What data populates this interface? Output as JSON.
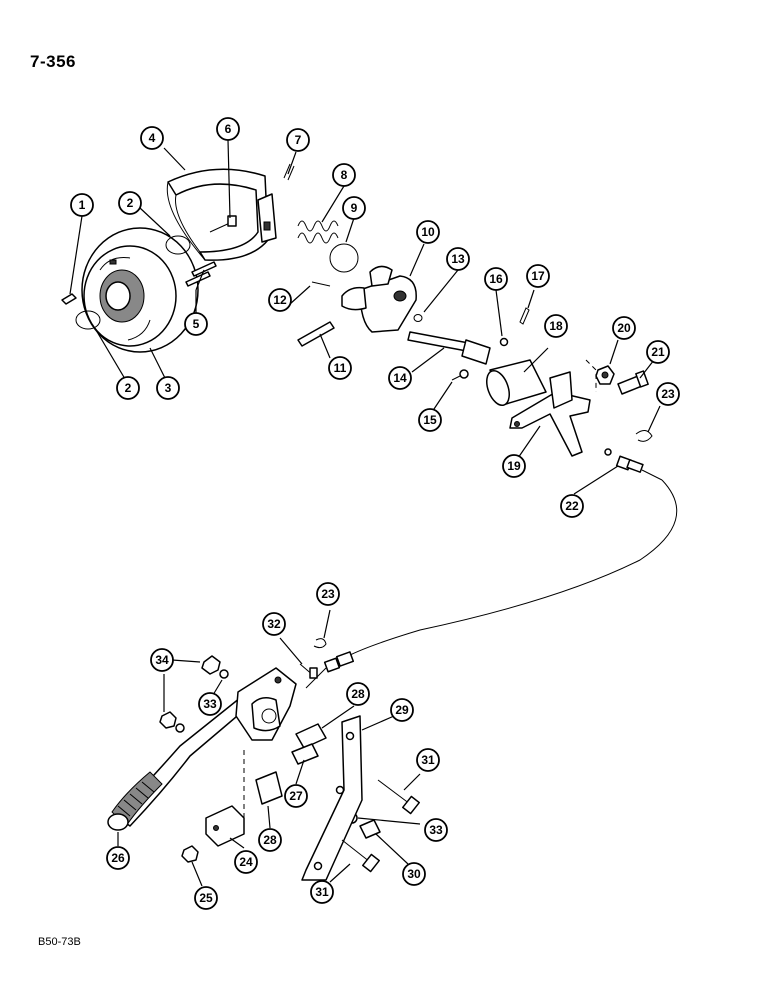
{
  "page_number": "7-356",
  "figure_code": "B50-73B",
  "callouts": [
    "1",
    "2",
    "2",
    "3",
    "4",
    "5",
    "6",
    "7",
    "8",
    "9",
    "10",
    "11",
    "12",
    "13",
    "14",
    "15",
    "16",
    "17",
    "18",
    "19",
    "20",
    "21",
    "22",
    "23",
    "23",
    "24",
    "25",
    "26",
    "27",
    "28",
    "28",
    "29",
    "30",
    "31",
    "31",
    "32",
    "33",
    "33",
    "34"
  ]
}
